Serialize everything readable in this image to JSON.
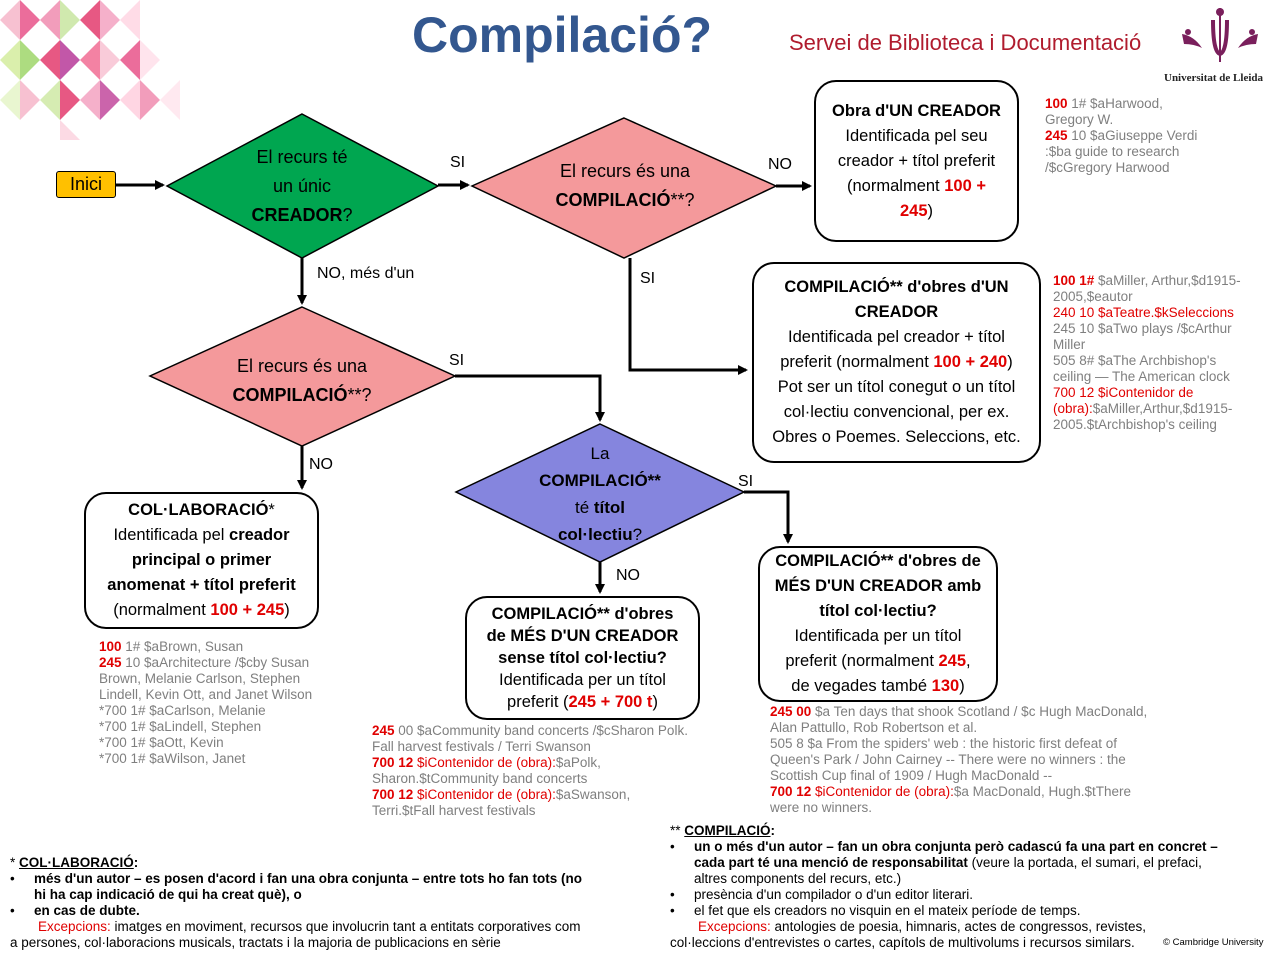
{
  "header": {
    "title": "Compilació?",
    "service": "Servei de Biblioteca i Documentació",
    "university": "Universitat de Lleida"
  },
  "start": "Inici",
  "decisions": {
    "d1": {
      "line1": "El recurs té",
      "line2": "un únic",
      "bold": "CREADOR",
      "tail": "?"
    },
    "d2": {
      "line1": "El recurs és una",
      "bold": "COMPILACIÓ",
      "tail": "**?"
    },
    "d3": {
      "line1": "El recurs és una",
      "bold": "COMPILACIÓ",
      "tail": "**?"
    },
    "d4": {
      "line1": "La",
      "bold1": "COMPILACIÓ**",
      "line3a": "té ",
      "bold3": "títol",
      "bold4": "col·lectiu",
      "tail": "?"
    }
  },
  "labels": {
    "d1_yes": "SI",
    "d2_no": "NO",
    "d1_no": "NO, més d'un",
    "d2_yes": "SI",
    "d3_yes": "SI",
    "d3_no": "NO",
    "d4_yes": "SI",
    "d4_no": "NO"
  },
  "boxes": {
    "single_creator": {
      "title": "Obra d'UN CREADOR",
      "l1": "Identificada pel seu",
      "l2": "creador + títol preferit",
      "l3": "(normalment ",
      "code1": "100 +",
      "code2": "245",
      "close": ")"
    },
    "comp_one_creator": {
      "title_bold": "COMPILACIÓ",
      "title_rest": "** d'obres d'UN",
      "title2": "CREADOR",
      "l1": "Identificada pel creador + títol",
      "l2": "preferit (normalment ",
      "code": "100 + 240",
      "close": ")",
      "l3": "Pot ser un títol conegut o un títol",
      "l4": "col·lectiu convencional, per ex.",
      "l5": "Obres o Poemes. Seleccions, etc."
    },
    "collaboration": {
      "title": "COL·LABORACIÓ",
      "title_tail": "*",
      "l1a": "Identificada pel ",
      "l1b": "creador",
      "l2": "principal o primer",
      "l3": "anomenat + títol preferit",
      "l4": "(normalment ",
      "code": "100 + 245",
      "close": ")"
    },
    "comp_multi_no_title": {
      "t1a": "COMPILACIÓ",
      "t1b": "** d'obres",
      "t2a": "de ",
      "t2b": "MÉS D'UN CREADOR",
      "t3": "sense títol col·lectiu?",
      "l1": "Identificada per un títol",
      "l2": "preferit (",
      "code": "245 + 700 t",
      "close": ")"
    },
    "comp_multi_title": {
      "t1a": "COMPILACIÓ",
      "t1b": "** d'obres de",
      "t2": "MÉS D'UN CREADOR amb",
      "t3": "títol col·lectiu?",
      "l1": "Identificada per un títol",
      "l2": "preferit (normalment ",
      "code": "245",
      "comma": ",",
      "l3": "de vegades també ",
      "code2": "130",
      "close": ")"
    }
  },
  "examples": {
    "harwood": [
      [
        "100",
        " 1# $aHarwood,"
      ],
      [
        "",
        "Gregory W."
      ],
      [
        "245",
        " 10 $aGiuseppe Verdi"
      ],
      [
        "",
        ":$ba guide to research"
      ],
      [
        "",
        "/$cGregory Harwood"
      ]
    ],
    "miller": [
      {
        "k": "100 1#",
        "t": " $aMiller, Arthur,$d1915-"
      },
      {
        "k": "",
        "t": "2005,$eautor"
      },
      {
        "r": "240 10 $aTeatre.$kSeleccions",
        "t": ""
      },
      {
        "k": "",
        "t": "245 10 $aTwo plays /$cArthur"
      },
      {
        "k": "",
        "t": "Miller"
      },
      {
        "k": "",
        "t": "505 8# $aThe Archbishop's"
      },
      {
        "k": "",
        "t": "ceiling — The American clock"
      },
      {
        "r": "700 12 $iContenidor de",
        "t": ""
      },
      {
        "r": "(obra):",
        "t": "$aMiller,Arthur,$d1915-"
      },
      {
        "k": "",
        "t": "2005.$tArchbishop's ceiling"
      }
    ],
    "brown": [
      {
        "k": "100",
        "t": " 1# $aBrown, Susan"
      },
      {
        "k": "245",
        "t": " 10 $aArchitecture /$cby Susan"
      },
      {
        "k": "",
        "t": "Brown, Melanie Carlson, Stephen"
      },
      {
        "k": "",
        "t": "Lindell, Kevin Ott, and Janet Wilson"
      },
      {
        "k": "",
        "t": "*700 1# $aCarlson, Melanie"
      },
      {
        "k": "",
        "t": "*700 1# $aLindell, Stephen"
      },
      {
        "k": "",
        "t": "*700 1# $aOtt, Kevin"
      },
      {
        "k": "",
        "t": "*700 1# $aWilson, Janet"
      }
    ],
    "polk": [
      {
        "k": "245",
        "t": " 00 $aCommunity band concerts /$cSharon Polk."
      },
      {
        "k": "",
        "t": "Fall harvest festivals / Terri Swanson"
      },
      {
        "k": "700 12",
        "r": " $iContenidor de (obra):",
        "t": "$aPolk,"
      },
      {
        "k": "",
        "t": "Sharon.$tCommunity band concerts"
      },
      {
        "k": "700 12",
        "r": " $iContenidor de (obra):",
        "t": "$aSwanson,"
      },
      {
        "k": "",
        "t": "Terri.$tFall harvest festivals"
      }
    ],
    "macdonald": [
      {
        "k": "245 00",
        "t": " $a Ten days that shook Scotland / $c Hugh MacDonald,"
      },
      {
        "k": "",
        "t": "Alan Pattullo, Rob Robertson et al."
      },
      {
        "k": "",
        "t": "505 8  $a From the spiders' web : the historic first defeat of"
      },
      {
        "k": "",
        "t": "Queen's Park / John Cairney -- There were no winners : the"
      },
      {
        "k": "",
        "t": "Scottish Cup final of 1909 / Hugh MacDonald --"
      },
      {
        "k": "700 12",
        "r": " $iContenidor de (obra):",
        "t": "$a MacDonald, Hugh.$tThere"
      },
      {
        "k": "",
        "t": "were no winners."
      }
    ]
  },
  "notes": {
    "collab": {
      "heading_star": "* ",
      "heading": "COL·LABORACIÓ",
      "heading_tail": ":",
      "bullet1a": "més d'un autor – es posen d'acord i fan una obra conjunta – entre tots ho fan tots (no",
      "bullet1b": "hi ha cap indicació de qui ha creat què), o",
      "bullet2": "en cas de dubte.",
      "exc_label": "Excepcions:",
      "exc_text": " imatges en moviment, recursos que involucrin tant a entitats corporatives com",
      "exc_text2": "a persones, col·laboracions musicals, tractats i la majoria de publicacions en sèrie"
    },
    "compil": {
      "heading_star": "** ",
      "heading": "COMPILACIÓ",
      "heading_tail": ":",
      "bullet1a": " un o més d'un autor – fan un obra conjunta però cadascú fa una part en concret –",
      "bullet1b": "cada part té una menció de responsabilitat",
      "bullet1c": " (veure la portada, el sumari, el prefaci,",
      "bullet1d": "altres components del recurs, etc.)",
      "bullet2": " presència d'un compilador o d'un editor literari.",
      "bullet3": "el fet que els creadors no visquin en el mateix període de temps.",
      "exc_label": "Excepcions:",
      "exc_text": " antologies de poesia, himnaris, actes de congressos, revistes,",
      "exc_text2": "col·leccions d'entrevistes o cartes, capítols de multivolums i recursos similars."
    }
  },
  "copyright": "© Cambridge University",
  "colors": {
    "title": "#33578f",
    "service": "#b01c2e",
    "green": "#00a650",
    "pink": "#f4999b",
    "purple": "#8585de",
    "start": "#ffc000",
    "code": "#e00000"
  }
}
